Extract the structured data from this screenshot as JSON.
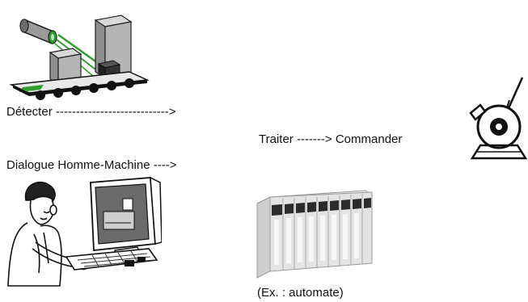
{
  "labels": {
    "detect": "Détecter ---------------------------->",
    "process": "Traiter -------> Commander",
    "hmi": "Dialogue Homme-Machine ---->",
    "example": "(Ex. : automate)"
  },
  "illustrations": {
    "sensor_conveyor": "photoelectric-sensor-conveyor-illustration",
    "operator": "operator-at-computer-illustration",
    "plc": "plc-rack-illustration",
    "motor": "motor-actuator-illustration"
  },
  "colors": {
    "laser_beam": "#2e9e2e",
    "sensor_body": "#8a8a8a",
    "conveyor": "#111111",
    "plc_body": "#e4e4e4"
  }
}
